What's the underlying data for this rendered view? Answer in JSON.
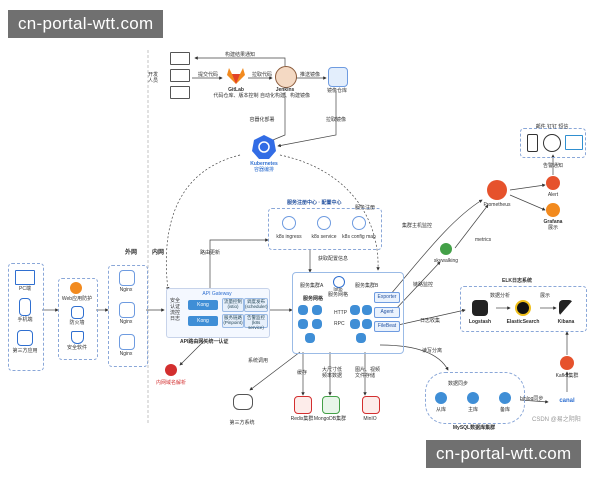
{
  "watermarks": {
    "top": "cn-portal-wtt.com",
    "bottom": "cn-portal-wtt.com",
    "credit": "CSDN @易之阴阳"
  },
  "labels": {
    "developers": "开发\n人员",
    "commit_code": "提交代码",
    "gitlab": "GitLab",
    "gitlab_desc": "代码仓库、版本控制",
    "pull_code": "拉取代码",
    "build_notice": "构建结果通知",
    "jenkins": "Jenkins",
    "jenkins_desc": "自动化构建、构建镜像",
    "push_image": "推送镜像",
    "registry": "镜像仓库",
    "deploy": "容器化部署",
    "pull_image": "拉取镜像",
    "kubernetes": "Kubernetes",
    "k8s_desc": "容器编排",
    "svc_center": "服务注册中心 · 配置中心",
    "k8s_ingress": "k8s ingress",
    "k8s_service": "k8s service",
    "k8s_configmap": "k8s config map",
    "route_update": "路由更新",
    "get_config": "获取配置信息",
    "svc_reg": "服务注册",
    "external_net": "外网",
    "internal_net": "内网",
    "pc": "PC端",
    "mobile": "手机端",
    "third_party": "第三方应用",
    "waf": "Web应用防护",
    "firewall": "防火墙",
    "security_sw": "安全软件",
    "nginx": "Nginx",
    "api_gateway": "API Gateway",
    "security": "安全",
    "auth": "认证",
    "ratelimit": "流控",
    "log": "日志",
    "kong": "Kong",
    "flow_control": "流量控制",
    "flow_control_en": "(istio)",
    "scheduling": "调度发布",
    "scheduling_en": "(scheduler)",
    "service_monitor": "服务链路",
    "service_monitor_en": "(Pinpoint)",
    "alert_sys": "告警监控",
    "alert_sys_en": "(k8s service)",
    "gateway_caption": "API路由网关统一认证",
    "intranet_dns": "内网域名解析",
    "svc_cluster_a": "服务集群A",
    "svc_gateway": "服务网格",
    "http": "HTTP",
    "rpc": "RPC",
    "istio": "Istio",
    "istio_desc": "服务网格",
    "svc_cluster_b": "服务集群B",
    "exporter": "Exporter",
    "agent": "Agent",
    "filebeat": "FileBeat",
    "cluster_monitor": "集群主机监控",
    "prometheus": "Prometheus",
    "metrics": "metrics",
    "skywalking": "skywalking",
    "link_monitor": "链路监控",
    "log_collect": "日志收集",
    "notify_types": "邮件 钉钉 短信",
    "send_notice": "告警通知",
    "alert": "Alert",
    "grafana": "Grafana",
    "grafana_desc": "展示",
    "elk": "ELK日志系统",
    "data_analysis": "数据分析",
    "display": "展示",
    "logstash": "Logstash",
    "elasticsearch": "ElasticSearch",
    "kibana": "Kibana",
    "kafka": "Kafka集群",
    "canal": "canal",
    "sys_call": "系统调用",
    "third_system": "第三方系统",
    "cache": "缓存",
    "bigdata": "大尺寸低\n频率数据",
    "file_store": "图片、视频\n文件存储",
    "redis": "Redis集群",
    "mongodb": "MongoDB集群",
    "minio": "MinIO",
    "rw_split": "读写分离",
    "master1": "从库",
    "master2": "主库",
    "master3": "备库",
    "data_sync": "数据同步",
    "binlog_sync": "binlog同步",
    "mysql_cluster": "MySQL数据库集群"
  },
  "colors": {
    "blue": "#2f6fd0",
    "k8s": "#326ce5",
    "orange": "#f28a1e",
    "red": "#d32f2f",
    "green": "#43a047"
  }
}
